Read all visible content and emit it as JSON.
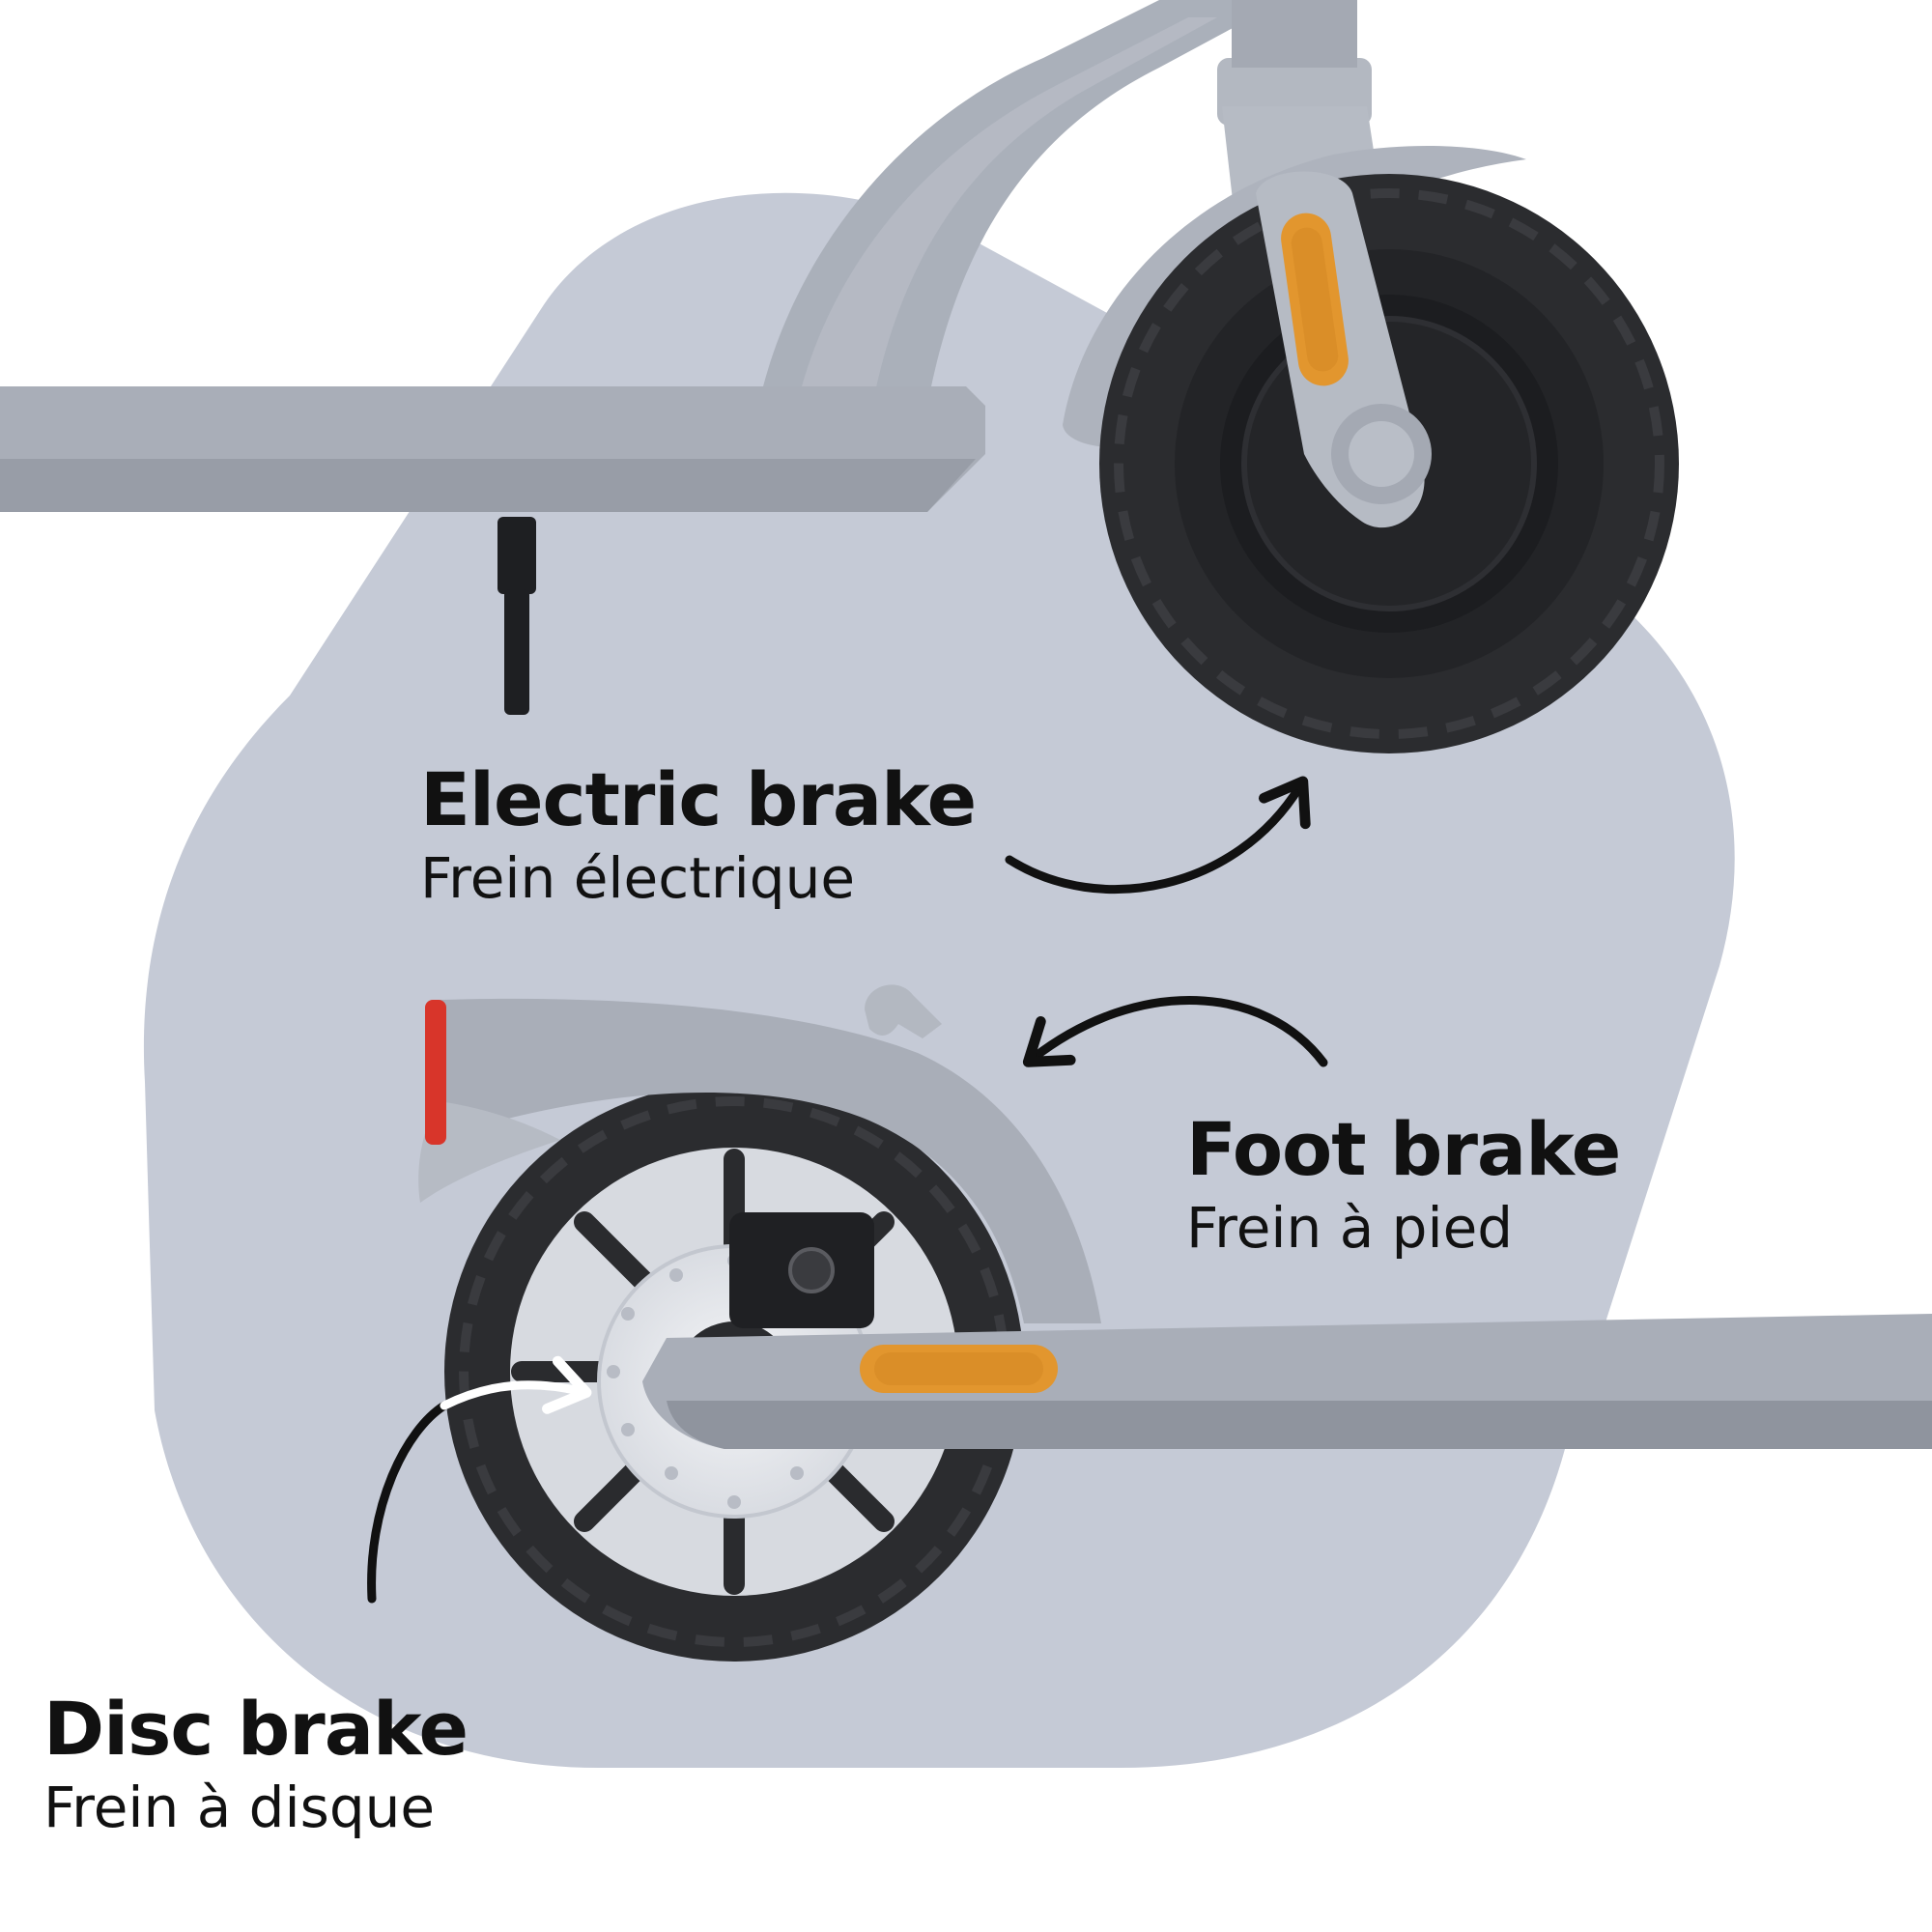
{
  "labels": {
    "electric": {
      "en": "Electric brake",
      "fr": "Frein électrique"
    },
    "foot": {
      "en": "Foot brake",
      "fr": "Frein à pied"
    },
    "disc": {
      "en": "Disc brake",
      "fr": "Frein à disque"
    }
  },
  "colors": {
    "background": "#ffffff",
    "blob": "#c5cad6",
    "body_grey": "#a9aeb8",
    "body_grey_dark": "#8f949e",
    "tire": "#2b2c2f",
    "reflector_orange": "#e2962e",
    "tail_light_red": "#d8352a",
    "arrow": "#111111",
    "arrow_light": "#ffffff"
  },
  "icons": {
    "electric_arrow": "curved-arrow-icon",
    "foot_arrow": "curved-arrow-icon",
    "disc_arrow": "curved-arrow-icon"
  }
}
